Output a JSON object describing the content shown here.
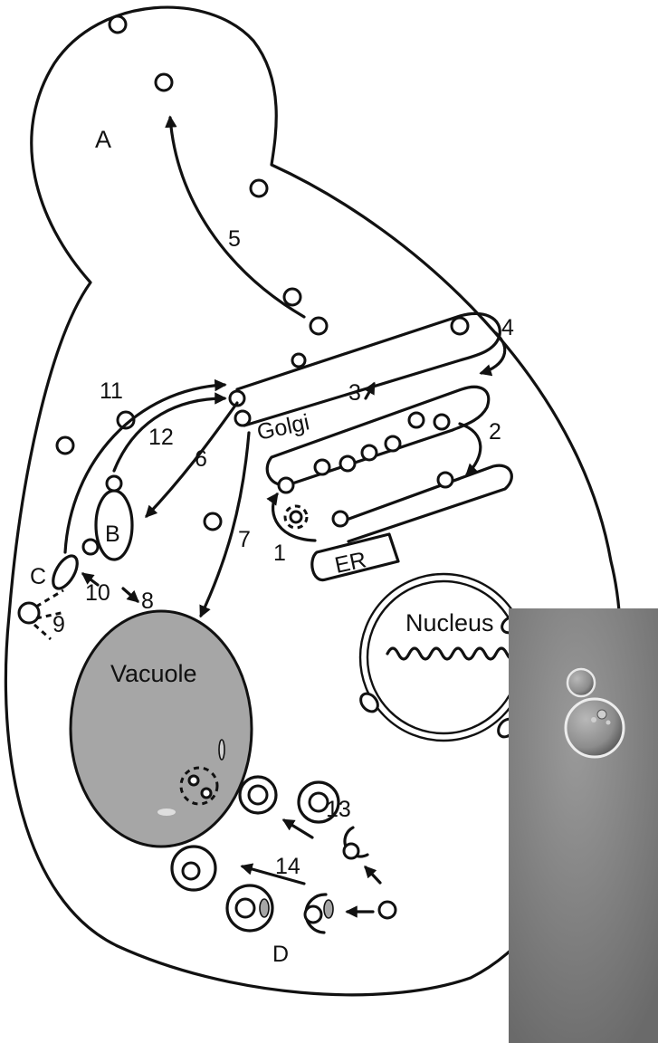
{
  "labels": {
    "compartments": {
      "bud": "A",
      "golgi": "Golgi",
      "endosome_b": "B",
      "endosome_c": "C",
      "er": "ER",
      "nucleus": "Nucleus",
      "vacuole": "Vacuole",
      "autophagosome": "D"
    },
    "steps": {
      "s1": "1",
      "s2": "2",
      "s3": "3",
      "s4": "4",
      "s5": "5",
      "s6": "6",
      "s7": "7",
      "s8": "8",
      "s9": "9",
      "s10": "10",
      "s11": "11",
      "s12": "12",
      "s13": "13",
      "s14": "14"
    }
  },
  "colors": {
    "line": "#111111",
    "vacuole_fill": "#a6a6a6",
    "background": "#ffffff",
    "micrograph_bg": "#8a8a8a"
  },
  "inset": {
    "name": "yeast-micrograph"
  }
}
